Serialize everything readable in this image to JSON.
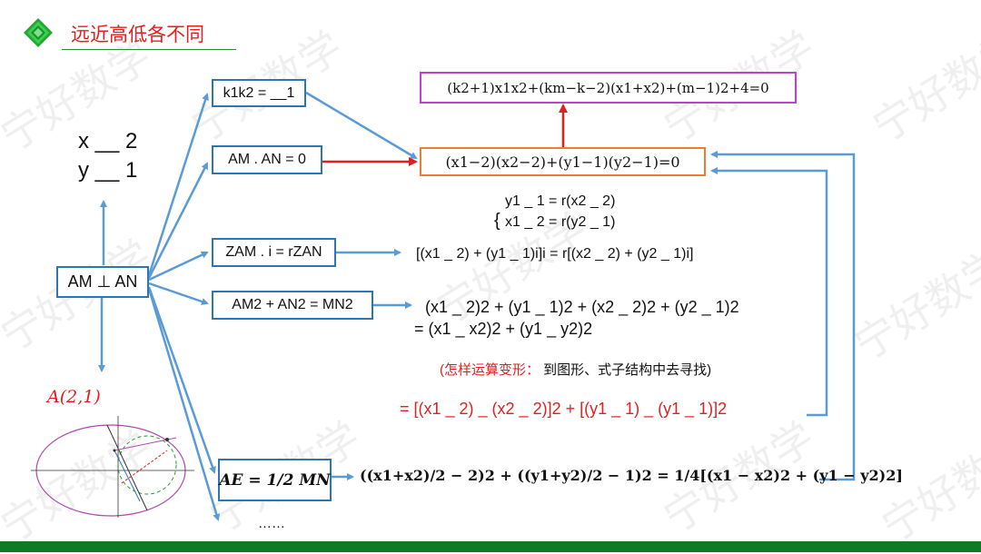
{
  "slide": {
    "title": "远近高低各不同",
    "watermark": "宁好数学"
  },
  "left": {
    "coord_x": "x __ 2",
    "coord_y": "y __ 1",
    "perp_box": "AM ⊥ AN",
    "point_label": "A(2,1)"
  },
  "methods": {
    "slope": "k1k2 = __1",
    "vector": "AM . AN = 0",
    "complex": "ZAM . i = rZAN",
    "pythagoras": "AM2 + AN2 = MN2",
    "median": "AE = 1/2 MN",
    "more": "……"
  },
  "results": {
    "top_expr": "(k2+1)x1x2+(km−k−2)(x1+x2)+(m−1)2+4=0",
    "main_expr": "(x1−2)(x2−2)+(y1−1)(y2−1)=0",
    "sys_line1": "y1 _ 1 = r(x2 _ 2)",
    "sys_line2": "x1 _ 2 = r(y2 _ 1)",
    "complex_expr": "[(x1 _ 2) + (y1 _ 1)i]i = r[(x2 _ 2) + (y2 _ 1)i]",
    "pyth_line1": "(x1 _ 2)2 + (y1 _ 1)2 + (x2 _ 2)2 + (y2 _ 1)2",
    "pyth_line2": "= (x1 _ x2)2 + (y1 _ y2)2",
    "hint_red": "(怎样运算变形：",
    "hint_black": "到图形、式子结构中去寻找)",
    "red_eq": "= [(x1 _ 2) _ (x2 _ 2)]2 + [(y1 _ 1) _ (y1 _ 1)]2",
    "median_expr": "((x1+x2)/2 − 2)2 + ((y1+y2)/2 − 1)2 = 1/4[(x1 − x2)2 + (y1 − y2)2]"
  },
  "colors": {
    "accent_red": "#e02020",
    "box_blue": "#2e75b6",
    "arrow_blue": "#5b9bd5",
    "orange_box": "#ed7d31",
    "purple_box": "#c03fd0",
    "green_bar": "#0e7a26"
  }
}
